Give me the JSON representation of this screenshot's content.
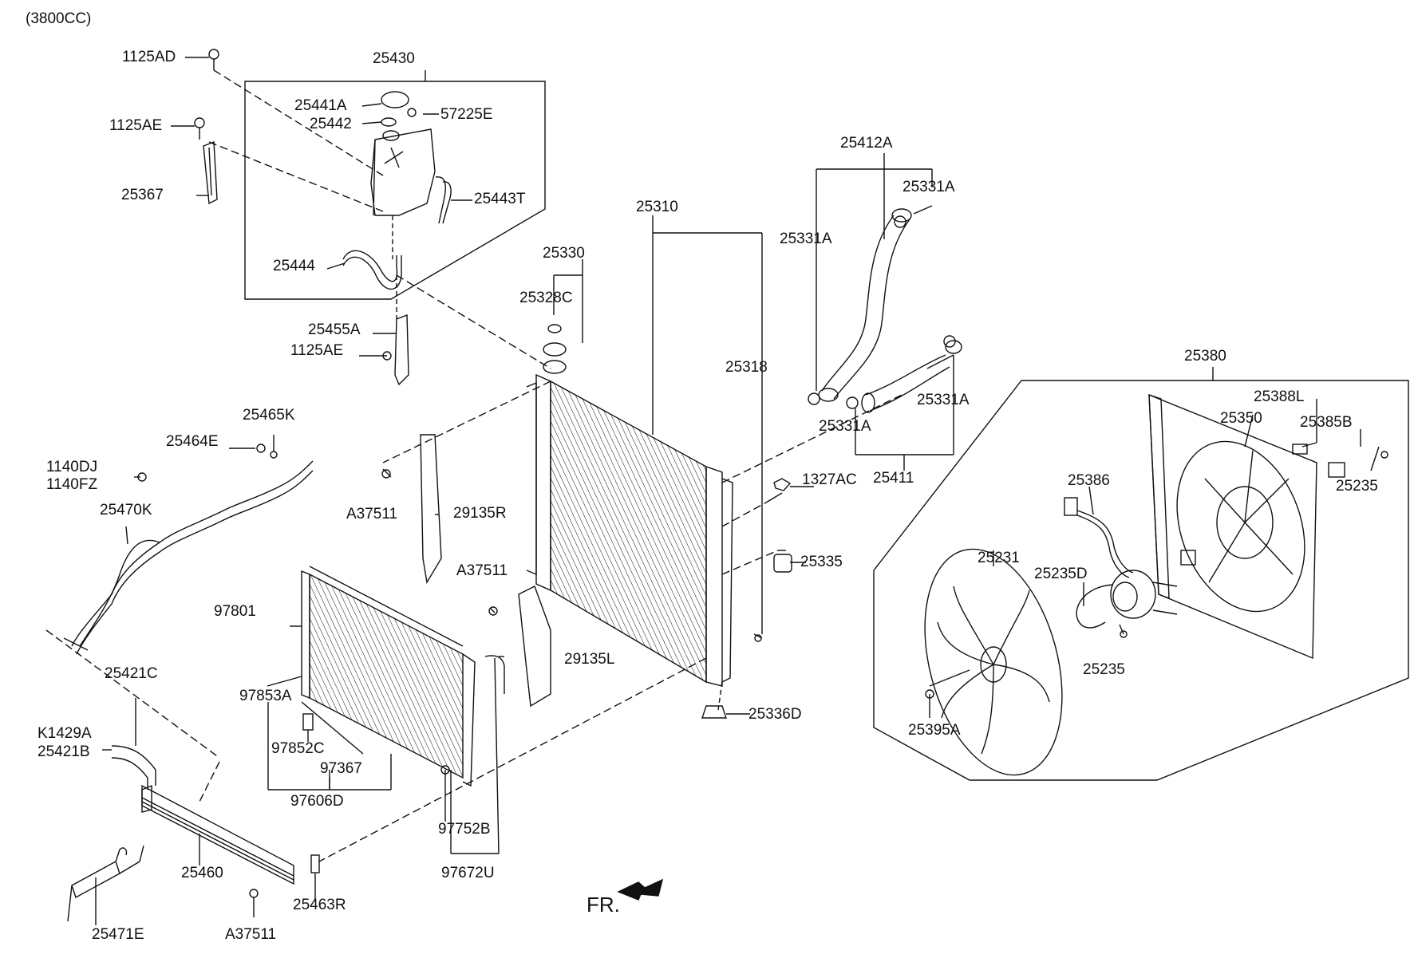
{
  "diagram": {
    "variant": "(3800CC)",
    "front_marker": "FR.",
    "colors": {
      "ink": "#111111",
      "background": "#ffffff"
    },
    "groups": {
      "reservoir_assembly": "25430",
      "radiator_assembly": "25310",
      "cap_assembly": "25330",
      "upper_hose_assembly": "25412A",
      "lower_hose_assembly": "25411",
      "fan_shroud_assembly": "25380",
      "condenser_assembly": "97606D",
      "dryer_assembly": "97672U"
    },
    "parts": {
      "p1125AD": "1125AD",
      "p25441A": "25441A",
      "p25442": "25442",
      "p57225E": "57225E",
      "p1125AE_a": "1125AE",
      "p25367": "25367",
      "p25443T": "25443T",
      "p25444": "25444",
      "p25455A": "25455A",
      "p1125AE_b": "1125AE",
      "p25328C": "25328C",
      "p25331A_a": "25331A",
      "p25331A_b": "25331A",
      "p25331A_c": "25331A",
      "p25331A_d": "25331A",
      "p25318": "25318",
      "p25465K": "25465K",
      "p25464E": "25464E",
      "p1140DJ": "1140DJ",
      "p1140FZ": "1140FZ",
      "p25470K": "25470K",
      "pA37511_a": "A37511",
      "p29135R": "29135R",
      "p1327AC": "1327AC",
      "p25335": "25335",
      "pA37511_b": "A37511",
      "p29135L": "29135L",
      "p97801": "97801",
      "p97853A": "97853A",
      "p97852C": "97852C",
      "p97367": "97367",
      "p25421C": "25421C",
      "pK1429A": "K1429A",
      "p25421B": "25421B",
      "p25460": "25460",
      "p25463R": "25463R",
      "pA37511_c": "A37511",
      "p25471E": "25471E",
      "p97752B": "97752B",
      "p25336D": "25336D",
      "p25388L": "25388L",
      "p25350": "25350",
      "p25385B": "25385B",
      "p25235_a": "25235",
      "p25386": "25386",
      "p25231": "25231",
      "p25235D": "25235D",
      "p25235_b": "25235",
      "p25395A": "25395A"
    }
  }
}
